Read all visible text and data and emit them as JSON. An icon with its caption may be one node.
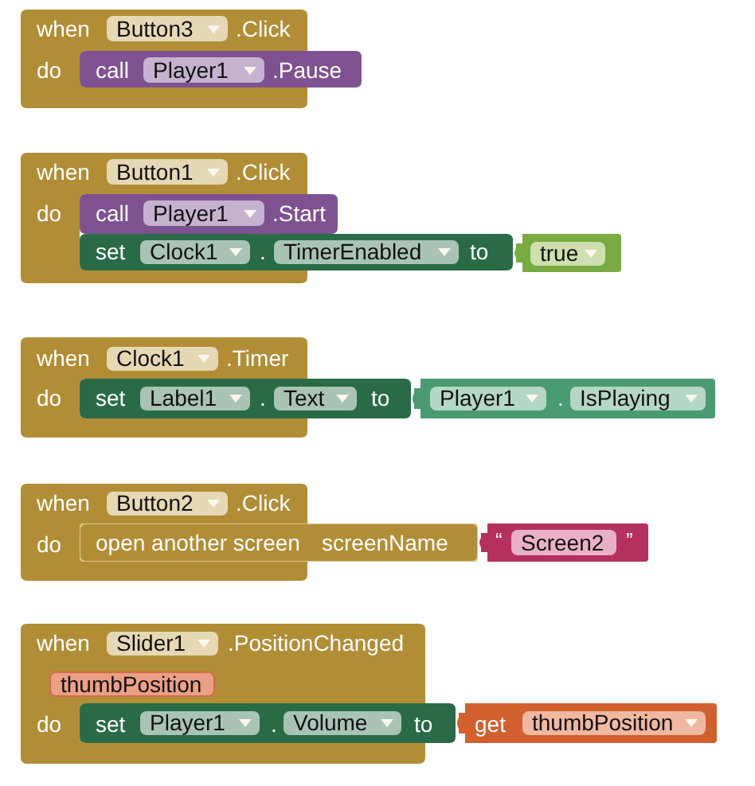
{
  "diagram": {
    "nodes": [
      {
        "text": [
          "when",
          ".Click",
          "do"
        ]
      },
      {
        "text": [
          "Button3"
        ],
        "in": 0
      },
      {
        "text": [
          "call",
          ".Pause"
        ]
      },
      {
        "text": [
          "Player1"
        ],
        "in": 2
      },
      {
        "text": [
          "when",
          ".Click",
          "do"
        ]
      },
      {
        "text": [
          "Button1"
        ],
        "in": 4
      },
      {
        "text": [
          "call",
          ".Start"
        ]
      },
      {
        "text": [
          "Player1"
        ],
        "in": 6
      },
      {
        "text": [
          "set",
          ".",
          "to"
        ]
      },
      {
        "text": [
          "Clock1"
        ],
        "in": 8
      },
      {
        "text": [
          "TimerEnabled"
        ],
        "in": 8
      },
      {
        "text": [],
        "shape": "box"
      },
      {
        "text": [
          "true"
        ],
        "in": 11
      },
      {
        "text": [
          "when",
          ".Timer",
          "do"
        ]
      },
      {
        "text": [
          "Clock1"
        ],
        "in": 13
      },
      {
        "text": [
          "set",
          ".",
          "to"
        ]
      },
      {
        "text": [
          "Label1"
        ],
        "in": 15
      },
      {
        "text": [
          "Text"
        ],
        "in": 15
      },
      {
        "text": [
          "."
        ]
      },
      {
        "text": [
          "Player1"
        ],
        "in": 18
      },
      {
        "text": [
          "IsPlaying"
        ],
        "in": 18
      },
      {
        "text": [
          "when",
          ".Click",
          "do"
        ]
      },
      {
        "text": [
          "Button2"
        ],
        "in": 21
      },
      {
        "text": [
          "open another screen",
          "screenName"
        ]
      },
      {
        "text": [
          "“",
          "”"
        ]
      },
      {
        "text": [
          "Screen2"
        ],
        "in": 24
      },
      {
        "text": [
          "when",
          ".PositionChanged",
          "do"
        ]
      },
      {
        "text": [
          "Slider1"
        ],
        "in": 26
      },
      {
        "text": [
          "thumbPosition"
        ],
        "in": 26
      },
      {
        "text": [
          "set",
          ".",
          "to"
        ]
      },
      {
        "text": [
          "Player1"
        ],
        "in": 29
      },
      {
        "text": [
          "Volume"
        ],
        "in": 29
      },
      {
        "text": [
          "get"
        ]
      },
      {
        "text": [
          "thumbPosition"
        ],
        "in": 32
      }
    ]
  }
}
